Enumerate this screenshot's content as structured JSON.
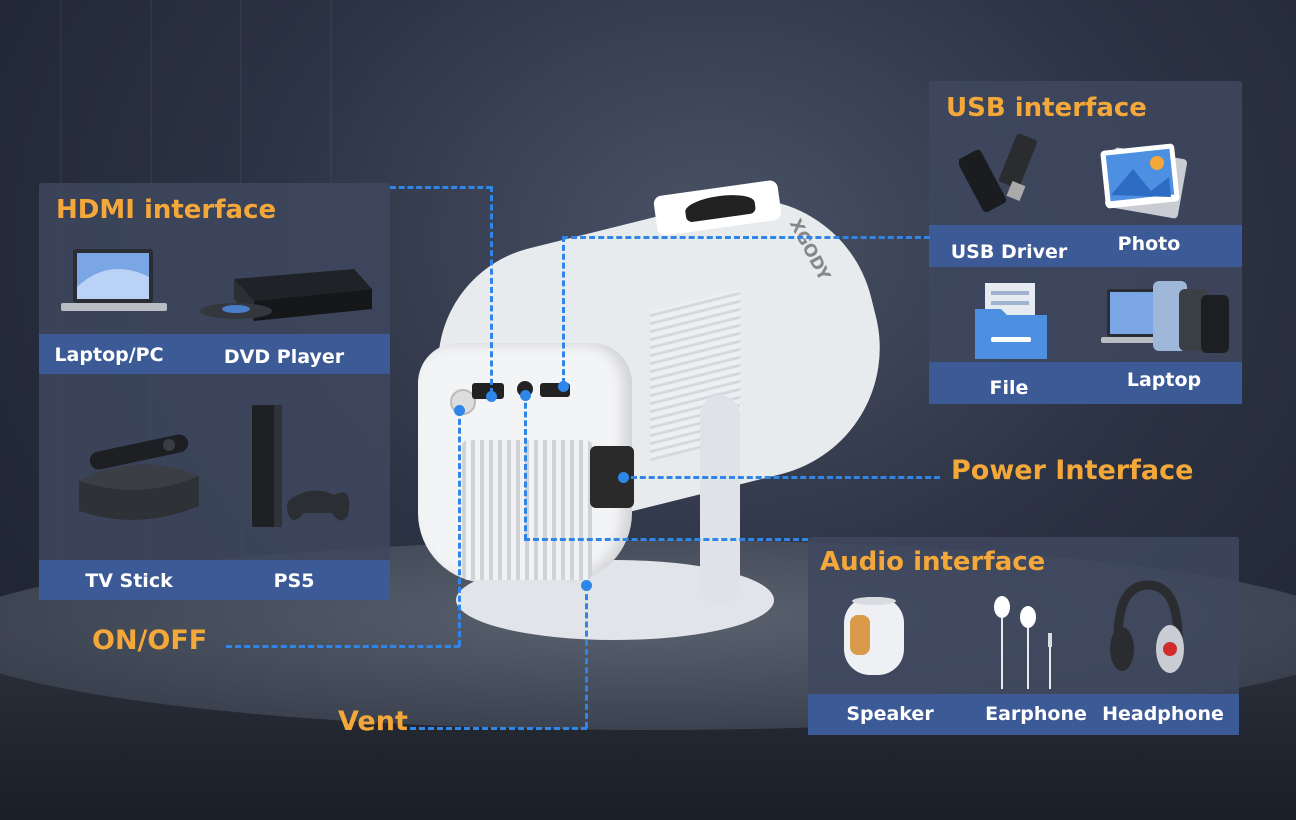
{
  "hdmi": {
    "title": "HDMI interface",
    "items": [
      "Laptop/PC",
      "DVD Player",
      "TV Stick",
      "PS5"
    ]
  },
  "usb": {
    "title": "USB interface",
    "items": [
      "USB Driver",
      "Photo",
      "File",
      "Laptop"
    ]
  },
  "audio": {
    "title": "Audio interface",
    "items": [
      "Speaker",
      "Earphone",
      "Headphone"
    ]
  },
  "callouts": {
    "power": "Power Interface",
    "onoff": "ON/OFF",
    "vent": "Vent"
  },
  "brand": "XGODY",
  "colors": {
    "accent": "#f5a83a",
    "bar": "#3c5a96",
    "line": "#2f86e8"
  }
}
